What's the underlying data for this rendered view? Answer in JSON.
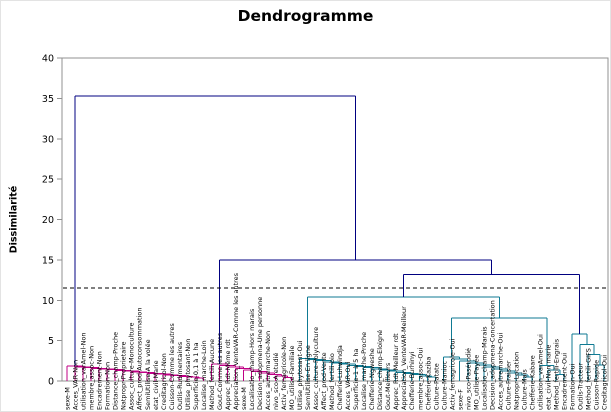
{
  "title": "Dendrogramme",
  "y_axis": {
    "label": "Dissimilarité",
    "min": 0,
    "max": 40,
    "ticks": [
      0,
      5,
      10,
      15,
      20,
      25,
      30,
      35,
      40
    ]
  },
  "chart_data": {
    "type": "dendrogram",
    "title": "Dendrogramme",
    "ylabel": "Dissimilarité",
    "ylim": [
      0,
      40
    ],
    "grid": false,
    "truncation_height": 11.5,
    "root_height": 35.3,
    "colors": {
      "top": "#000080",
      "left_cluster": "#C00085",
      "right_cluster": "#0F7A93",
      "axis": "#909090",
      "dashed": "#000000",
      "text": "#000000"
    },
    "leaves": [
      "sexe-M",
      "Acces_VAR-Non",
      "utilisation_varAmel-Non",
      "membre_assoc-Non",
      "Encadrement-Non",
      "Formation-Non",
      "Distance_champ-Proche",
      "Natpropr-Proprietaire",
      "Assoc_culture-Monoculture",
      "Affect_prod-Autoconsommation",
      "SemiUtilise-A la volée",
      "etat_civil-Marie",
      "Creditagricol-Non",
      "Cuisson-Comme les autres",
      "Outils-Rudimentaires",
      "Utilise_phytosant-Non",
      "Superficie-0,1 à 1 ha",
      "Localise_marche-Loin",
      "Method_fertili-Aucune",
      "Gout-Comme les autres",
      "Apprec_Rdt-Même rdt",
      "Appreciation_VenteVAR-Comme les autres",
      "sexe-M",
      "Localisatio_champ-Hors marais",
      "Decision_adopmena-Une personne",
      "Acces_autremarche-Non",
      "nivo_sco-A etudié",
      "Activ_femagricole-Non",
      "MO_utilise-Familiale",
      "Utilise_phytosant-Oui",
      "SemiUtilise-En ligne",
      "Assoc_culture-Polyculture",
      "Affect_prod-Vente",
      "Method_fertili-bio",
      "Chefferie-Luhwindja",
      "Acces_VAR-Oui",
      "Superficie-1 à 5 ha",
      "Localise_marche-Proche",
      "Chefferie-Ngweshe",
      "Distance_champ-Eloigné",
      "Gout-Meilleurs",
      "Apprec_Rdt-Meilleur rdt",
      "Appreciation_VenteVAR-Meilleur",
      "Chefferie-Burhinyi",
      "membre_assoc-Oui",
      "Chefferie-Kaziba",
      "Culture-Patate",
      "Culture-Manioc",
      "Activ_femagricole-Oui",
      "sexe-F",
      "nivo_sco-Pasétudié",
      "MO_utilise-Payée",
      "Localisatio_champ-Marais",
      "Decision_adopmena-Concertation",
      "Acces_autremarche-Oui",
      "Culture-Fraisier",
      "Natpropr-Location",
      "Culture-Maïs",
      "Chefferie-Kabare",
      "utilisation_varAmel-Oui",
      "etat_civil-Non marie",
      "Method_fertili-Engrais",
      "Encadrement-Oui",
      "Formation-Oui",
      "Outils-Tracteur",
      "Method_fertili-GIFS",
      "Cuisson-Rapide",
      "Creditagricol-Oui"
    ],
    "tree": {
      "h": 35.3,
      "color": "top",
      "children": [
        {
          "chain": [
            0,
            17,
            1.85,
            0.4
          ],
          "color": "left_cluster"
        },
        {
          "h": 15.0,
          "color": "top",
          "children": [
            {
              "chain": [
                18,
                28,
                2.1,
                0.45
              ],
              "color": "left_cluster"
            },
            {
              "h": 13.2,
              "color": "top",
              "children": [
                {
                  "h": 10.4,
                  "color": "right_cluster",
                  "children": [
                    {
                      "chain": [
                        29,
                        46,
                        2.8,
                        0.5
                      ],
                      "color": "right_cluster"
                    },
                    {
                      "h": 7.8,
                      "color": "right_cluster",
                      "children": [
                        {
                          "chain": [
                            47,
                            58,
                            3.0,
                            0.5
                          ],
                          "color": "right_cluster"
                        },
                        {
                          "chain": [
                            59,
                            62,
                            1.9,
                            0.8
                          ],
                          "color": "right_cluster"
                        }
                      ]
                    }
                  ]
                },
                {
                  "chain": [
                    63,
                    67,
                    5.8,
                    2.0
                  ],
                  "color": "right_cluster"
                }
              ]
            }
          ]
        }
      ]
    }
  }
}
